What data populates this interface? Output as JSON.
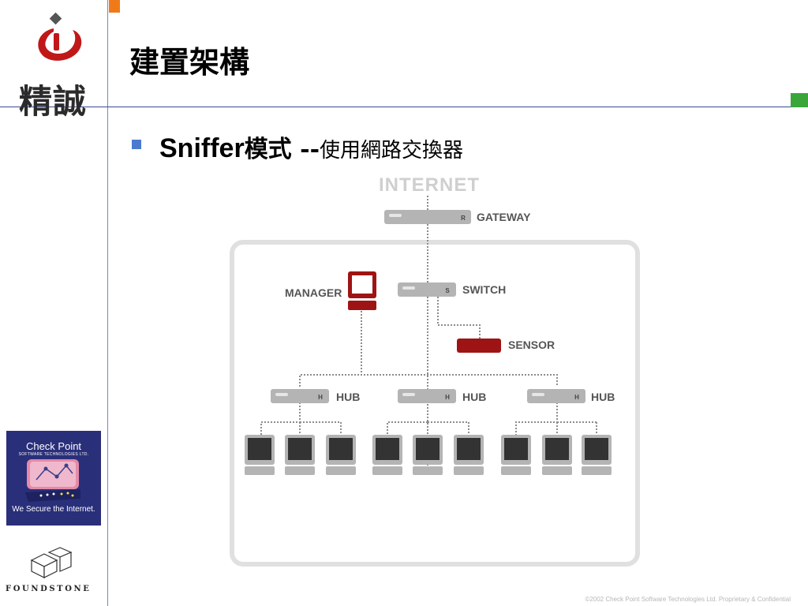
{
  "slide": {
    "title": "建置架構",
    "bullet": {
      "main": "Sniffer",
      "mode": "模式 --",
      "sub": "使用網路交換器"
    },
    "footer": "©2002 Check Point Software Technologies Ltd. Proprietary & Confidential"
  },
  "logos": {
    "cht": "精誠",
    "checkpoint": {
      "title": "Check Point",
      "subtitle": "SOFTWARE TECHNOLOGIES LTD.",
      "slogan": "We Secure the Internet."
    },
    "foundstone": "FOUNDSTONE"
  },
  "diagram": {
    "internet": "INTERNET",
    "gateway": "GATEWAY",
    "switch": "SWITCH",
    "manager": "MANAGER",
    "sensor": "SENSOR",
    "hub1": "HUB",
    "hub2": "HUB",
    "hub3": "HUB",
    "gateway_tag": "R",
    "switch_tag": "S",
    "hub_tag": "H",
    "colors": {
      "accent": "#9e1414",
      "device": "#b4b4b4",
      "line": "#8c8c8c",
      "frame": "#e0e0e0"
    }
  }
}
